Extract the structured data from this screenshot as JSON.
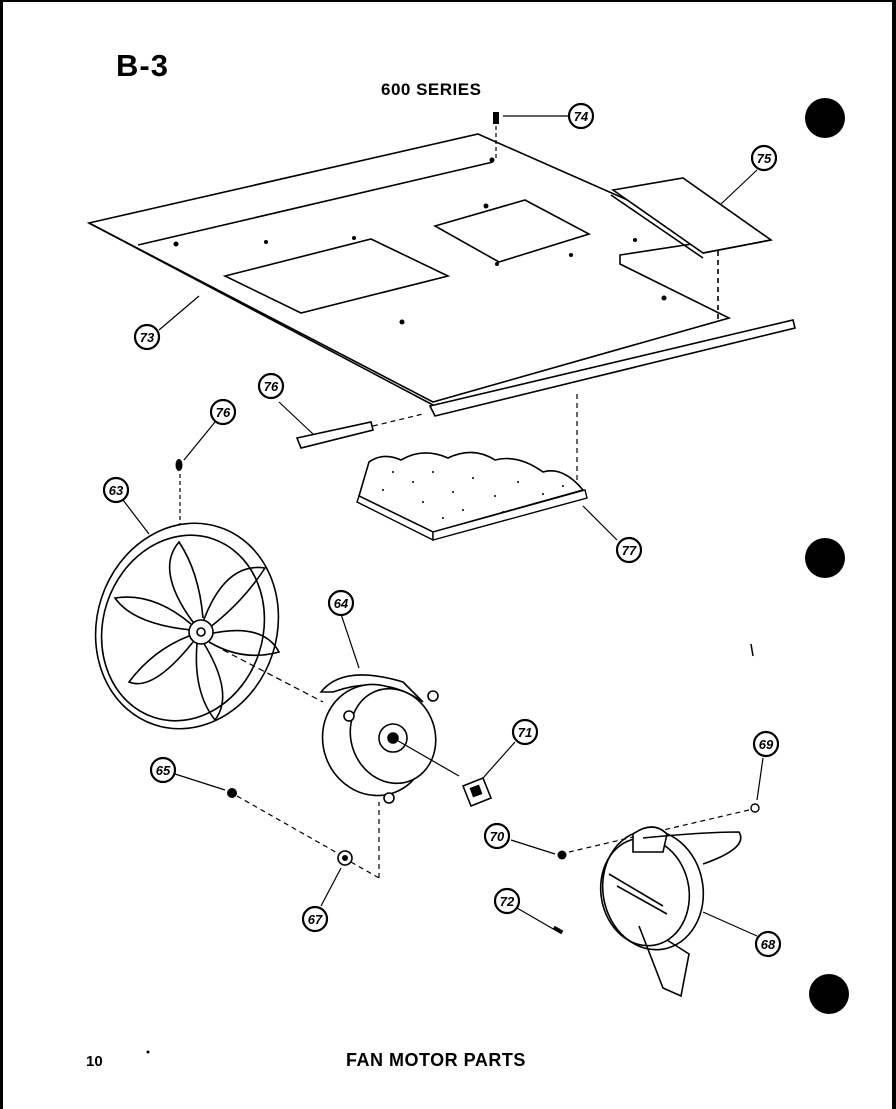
{
  "section_id": "B-3",
  "series_label": "600 SERIES",
  "page_number": "10",
  "footer_title": "FAN MOTOR PARTS",
  "callouts": {
    "c73": "73",
    "c74": "74",
    "c75": "75",
    "c76a": "76",
    "c76b": "76",
    "c77": "77",
    "c63": "63",
    "c64": "64",
    "c65": "65",
    "c67": "67",
    "c71": "71",
    "c69": "69",
    "c70": "70",
    "c72": "72",
    "c68": "68"
  }
}
